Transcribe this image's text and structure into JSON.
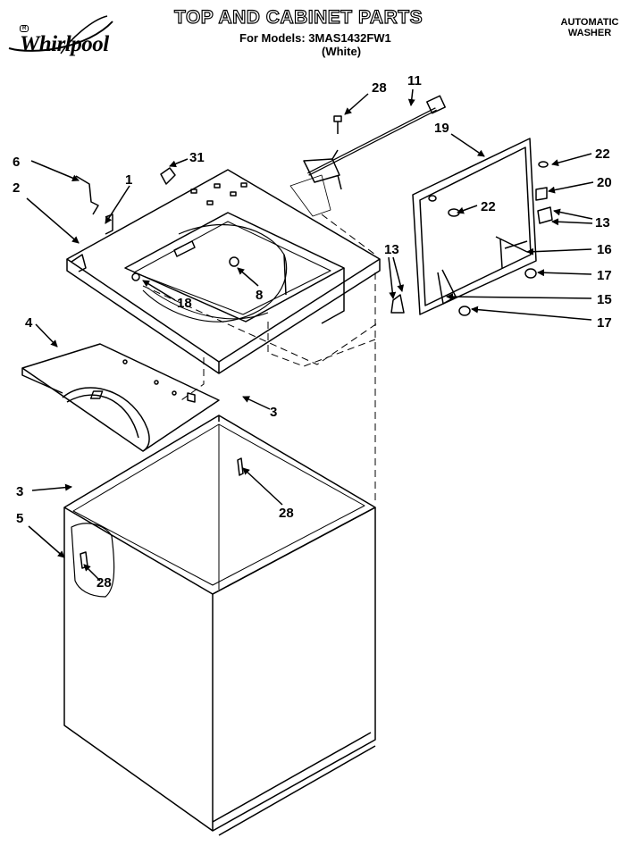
{
  "brand": {
    "name": "Whirlpool",
    "mark": "R"
  },
  "header": {
    "title": "TOP AND CABINET PARTS",
    "models": "For Models: 3MAS1432FW1",
    "color": "(White)",
    "product_line1": "AUTOMATIC",
    "product_line2": "WASHER"
  },
  "callouts": [
    {
      "id": "c-28a",
      "label": "28"
    },
    {
      "id": "c-11",
      "label": "11"
    },
    {
      "id": "c-19",
      "label": "19"
    },
    {
      "id": "c-22a",
      "label": "22"
    },
    {
      "id": "c-20",
      "label": "20"
    },
    {
      "id": "c-22b",
      "label": "22"
    },
    {
      "id": "c-13a",
      "label": "13"
    },
    {
      "id": "c-16",
      "label": "16"
    },
    {
      "id": "c-17a",
      "label": "17"
    },
    {
      "id": "c-15",
      "label": "15"
    },
    {
      "id": "c-17b",
      "label": "17"
    },
    {
      "id": "c-13b",
      "label": "13"
    },
    {
      "id": "c-31",
      "label": "31"
    },
    {
      "id": "c-6",
      "label": "6"
    },
    {
      "id": "c-1",
      "label": "1"
    },
    {
      "id": "c-2",
      "label": "2"
    },
    {
      "id": "c-18",
      "label": "18"
    },
    {
      "id": "c-8",
      "label": "8"
    },
    {
      "id": "c-4",
      "label": "4"
    },
    {
      "id": "c-3a",
      "label": "3"
    },
    {
      "id": "c-28b",
      "label": "28"
    },
    {
      "id": "c-3b",
      "label": "3"
    },
    {
      "id": "c-5",
      "label": "5"
    },
    {
      "id": "c-28c",
      "label": "28"
    }
  ]
}
